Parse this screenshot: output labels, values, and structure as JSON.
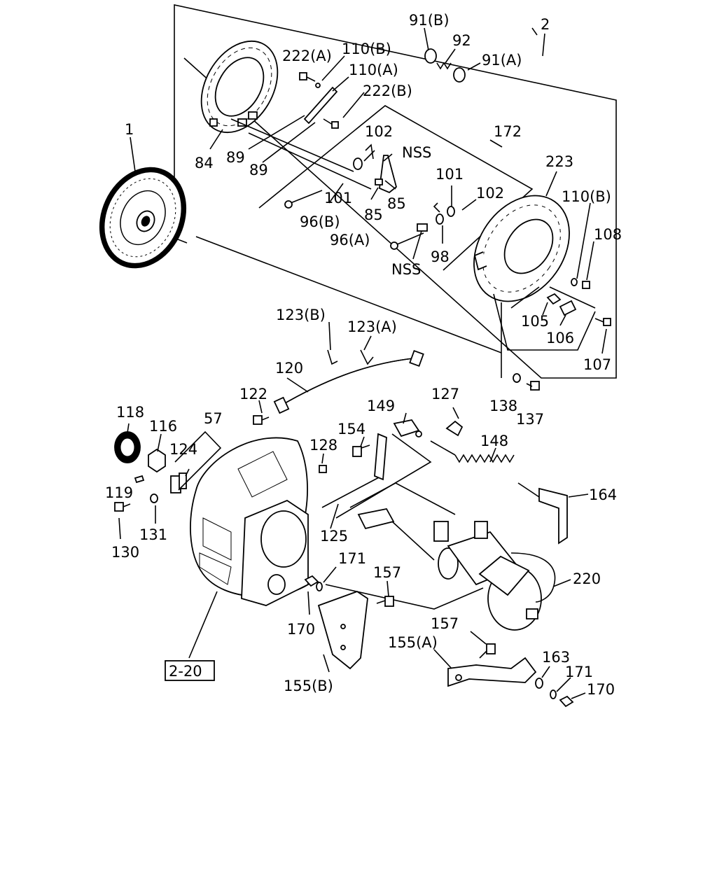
{
  "labels": {
    "l2": "2",
    "l1": "1",
    "l91b": "91(B)",
    "l92": "92",
    "l91a": "91(A)",
    "l222a": "222(A)",
    "l110b_top": "110(B)",
    "l110a": "110(A)",
    "l222b": "222(B)",
    "l84": "84",
    "l89a": "89",
    "l89b": "89",
    "l102a": "102",
    "l172": "172",
    "lnss1": "NSS",
    "l101a": "101",
    "l85a": "85",
    "l85b": "85",
    "l96b": "96(B)",
    "l101b": "101",
    "l102b": "102",
    "l96a": "96(A)",
    "l98": "98",
    "lnss2": "NSS",
    "l223": "223",
    "l110b_r": "110(B)",
    "l108": "108",
    "l105": "105",
    "l106": "106",
    "l107": "107",
    "l123b": "123(B)",
    "l123a": "123(A)",
    "l120": "120",
    "l122": "122",
    "l127": "127",
    "l149": "149",
    "l138": "138",
    "l137": "137",
    "l118": "118",
    "l116": "116",
    "l57": "57",
    "l154": "154",
    "l148": "148",
    "l128": "128",
    "l124": "124",
    "l119": "119",
    "l164": "164",
    "l131": "131",
    "l125": "125",
    "l130": "130",
    "l171a": "171",
    "l157a": "157",
    "l220": "220",
    "l170a": "170",
    "l157b": "157",
    "l155a": "155(A)",
    "l163": "163",
    "l171b": "171",
    "l170b": "170",
    "l155b": "155(B)",
    "lref": "2-20"
  }
}
